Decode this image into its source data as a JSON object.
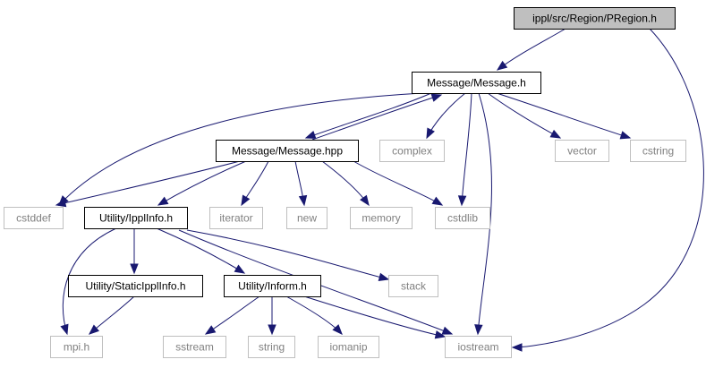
{
  "colors": {
    "edge": "#191970",
    "root_fill": "#bfbfbf",
    "system_border": "#bfbfbf",
    "system_text": "#808080",
    "project_border": "#000000"
  },
  "nodes": [
    {
      "id": "pregion",
      "label": "ippl/src/Region/PRegion.h",
      "kind": "root"
    },
    {
      "id": "message_h",
      "label": "Message/Message.h",
      "kind": "project"
    },
    {
      "id": "message_hpp",
      "label": "Message/Message.hpp",
      "kind": "project"
    },
    {
      "id": "complex",
      "label": "complex",
      "kind": "system"
    },
    {
      "id": "vector",
      "label": "vector",
      "kind": "system"
    },
    {
      "id": "cstring",
      "label": "cstring",
      "kind": "system"
    },
    {
      "id": "cstddef",
      "label": "cstddef",
      "kind": "system"
    },
    {
      "id": "ipplinfo",
      "label": "Utility/IpplInfo.h",
      "kind": "project"
    },
    {
      "id": "iterator",
      "label": "iterator",
      "kind": "system"
    },
    {
      "id": "new",
      "label": "new",
      "kind": "system"
    },
    {
      "id": "memory",
      "label": "memory",
      "kind": "system"
    },
    {
      "id": "cstdlib",
      "label": "cstdlib",
      "kind": "system"
    },
    {
      "id": "staticipplinfo",
      "label": "Utility/StaticIpplInfo.h",
      "kind": "project"
    },
    {
      "id": "inform",
      "label": "Utility/Inform.h",
      "kind": "project"
    },
    {
      "id": "stack",
      "label": "stack",
      "kind": "system"
    },
    {
      "id": "mpi",
      "label": "mpi.h",
      "kind": "system"
    },
    {
      "id": "sstream",
      "label": "sstream",
      "kind": "system"
    },
    {
      "id": "string",
      "label": "string",
      "kind": "system"
    },
    {
      "id": "iomanip",
      "label": "iomanip",
      "kind": "system"
    },
    {
      "id": "iostream",
      "label": "iostream",
      "kind": "system"
    }
  ],
  "edges": [
    [
      "pregion",
      "message_h"
    ],
    [
      "pregion",
      "iostream"
    ],
    [
      "message_h",
      "message_hpp"
    ],
    [
      "message_h",
      "complex"
    ],
    [
      "message_h",
      "vector"
    ],
    [
      "message_h",
      "cstring"
    ],
    [
      "message_h",
      "cstddef"
    ],
    [
      "message_h",
      "cstdlib"
    ],
    [
      "message_h",
      "iostream"
    ],
    [
      "message_hpp",
      "message_h"
    ],
    [
      "message_hpp",
      "cstddef"
    ],
    [
      "message_hpp",
      "ipplinfo"
    ],
    [
      "message_hpp",
      "iterator"
    ],
    [
      "message_hpp",
      "new"
    ],
    [
      "message_hpp",
      "memory"
    ],
    [
      "message_hpp",
      "cstdlib"
    ],
    [
      "ipplinfo",
      "mpi"
    ],
    [
      "ipplinfo",
      "staticipplinfo"
    ],
    [
      "ipplinfo",
      "inform"
    ],
    [
      "ipplinfo",
      "stack"
    ],
    [
      "ipplinfo",
      "iostream"
    ],
    [
      "staticipplinfo",
      "mpi"
    ],
    [
      "inform",
      "sstream"
    ],
    [
      "inform",
      "string"
    ],
    [
      "inform",
      "iomanip"
    ],
    [
      "inform",
      "iostream"
    ]
  ]
}
